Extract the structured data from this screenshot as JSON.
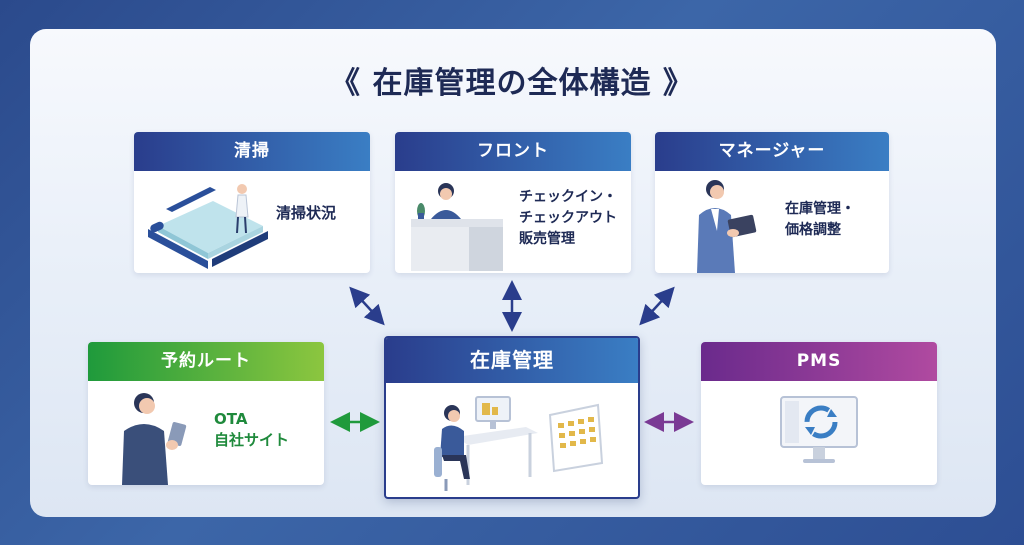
{
  "title": "《 在庫管理の全体構造 》",
  "cards": {
    "cleaning": {
      "head": "清掃",
      "text": "清掃状況"
    },
    "front": {
      "head": "フロント",
      "lines": [
        "チェックイン・",
        "チェックアウト",
        "販売管理"
      ]
    },
    "manager": {
      "head": "マネージャー",
      "lines": [
        "在庫管理・",
        "価格調整"
      ]
    },
    "booking": {
      "head": "予約ルート",
      "lines": [
        "OTA",
        "自社サイト"
      ]
    },
    "inventory": {
      "head": "在庫管理"
    },
    "pms": {
      "head": "PMS"
    }
  },
  "colors": {
    "navy": "#2a3d8c",
    "green": "#1f9a3c",
    "purple": "#7a3a94",
    "text_dark": "#1e2a55"
  }
}
